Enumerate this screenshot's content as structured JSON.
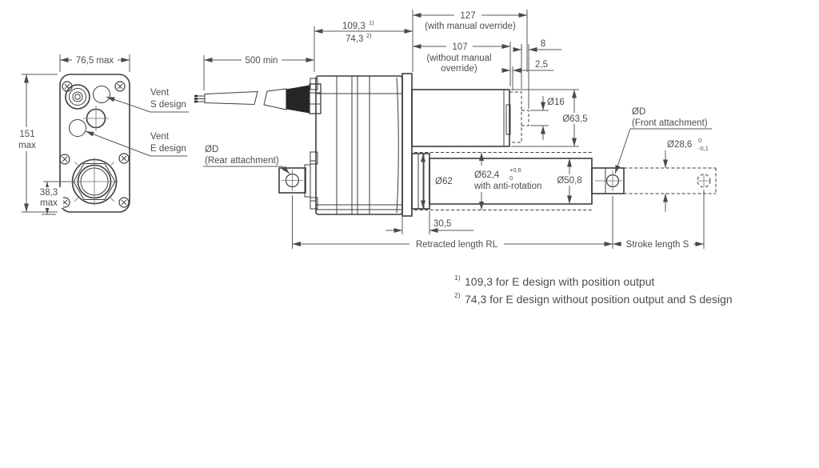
{
  "front_view": {
    "width_dim": "76,5 max",
    "height_dim": "151",
    "height_dim_suffix": "max",
    "bottom_dim": "38,3",
    "bottom_dim_suffix": "max",
    "vent_s": {
      "line1": "Vent",
      "line2": "S design"
    },
    "vent_e": {
      "line1": "Vent",
      "line2": "E design"
    }
  },
  "side_view": {
    "cable_dim": "500 min",
    "length_dim_1": "109,3",
    "length_dim_1_ref": "1)",
    "length_dim_2": "74,3",
    "length_dim_2_ref": "2)",
    "motor_len_with": "127",
    "motor_len_with_note": "(with manual override)",
    "motor_len_without": "107",
    "motor_len_without_note1": "(without manual",
    "motor_len_without_note2": "override)",
    "override_len": "8",
    "override_offset": "2,5",
    "override_dia": "Ø16",
    "motor_dia": "Ø63,5",
    "rear_attachment_label1": "ØD",
    "rear_attachment_label2": "(Rear attachment)",
    "front_attachment_label1": "ØD",
    "front_attachment_label2": "(Front attachment)",
    "collar_dia": "Ø62",
    "tube_dia": "Ø62,4",
    "tube_dia_tol_upper": "+0,6",
    "tube_dia_tol_lower": "0",
    "tube_dia_note": "with anti-rotation",
    "inner_tube_dia": "Ø50,8",
    "collar_len": "30,5",
    "rod_dia": "Ø28,6",
    "rod_dia_tol_upper": "0",
    "rod_dia_tol_lower": "-0,1",
    "retracted_label": "Retracted length RL",
    "stroke_label": "Stroke length S"
  },
  "footnotes": {
    "note1_ref": "1)",
    "note1": "109,3 for E design with position output",
    "note2_ref": "2)",
    "note2": "74,3 for E design without position output and S design"
  },
  "colors": {
    "line": "#4a4a4a",
    "outline": "#3c3c3c",
    "text": "#4d4d4d",
    "background": "#ffffff"
  }
}
